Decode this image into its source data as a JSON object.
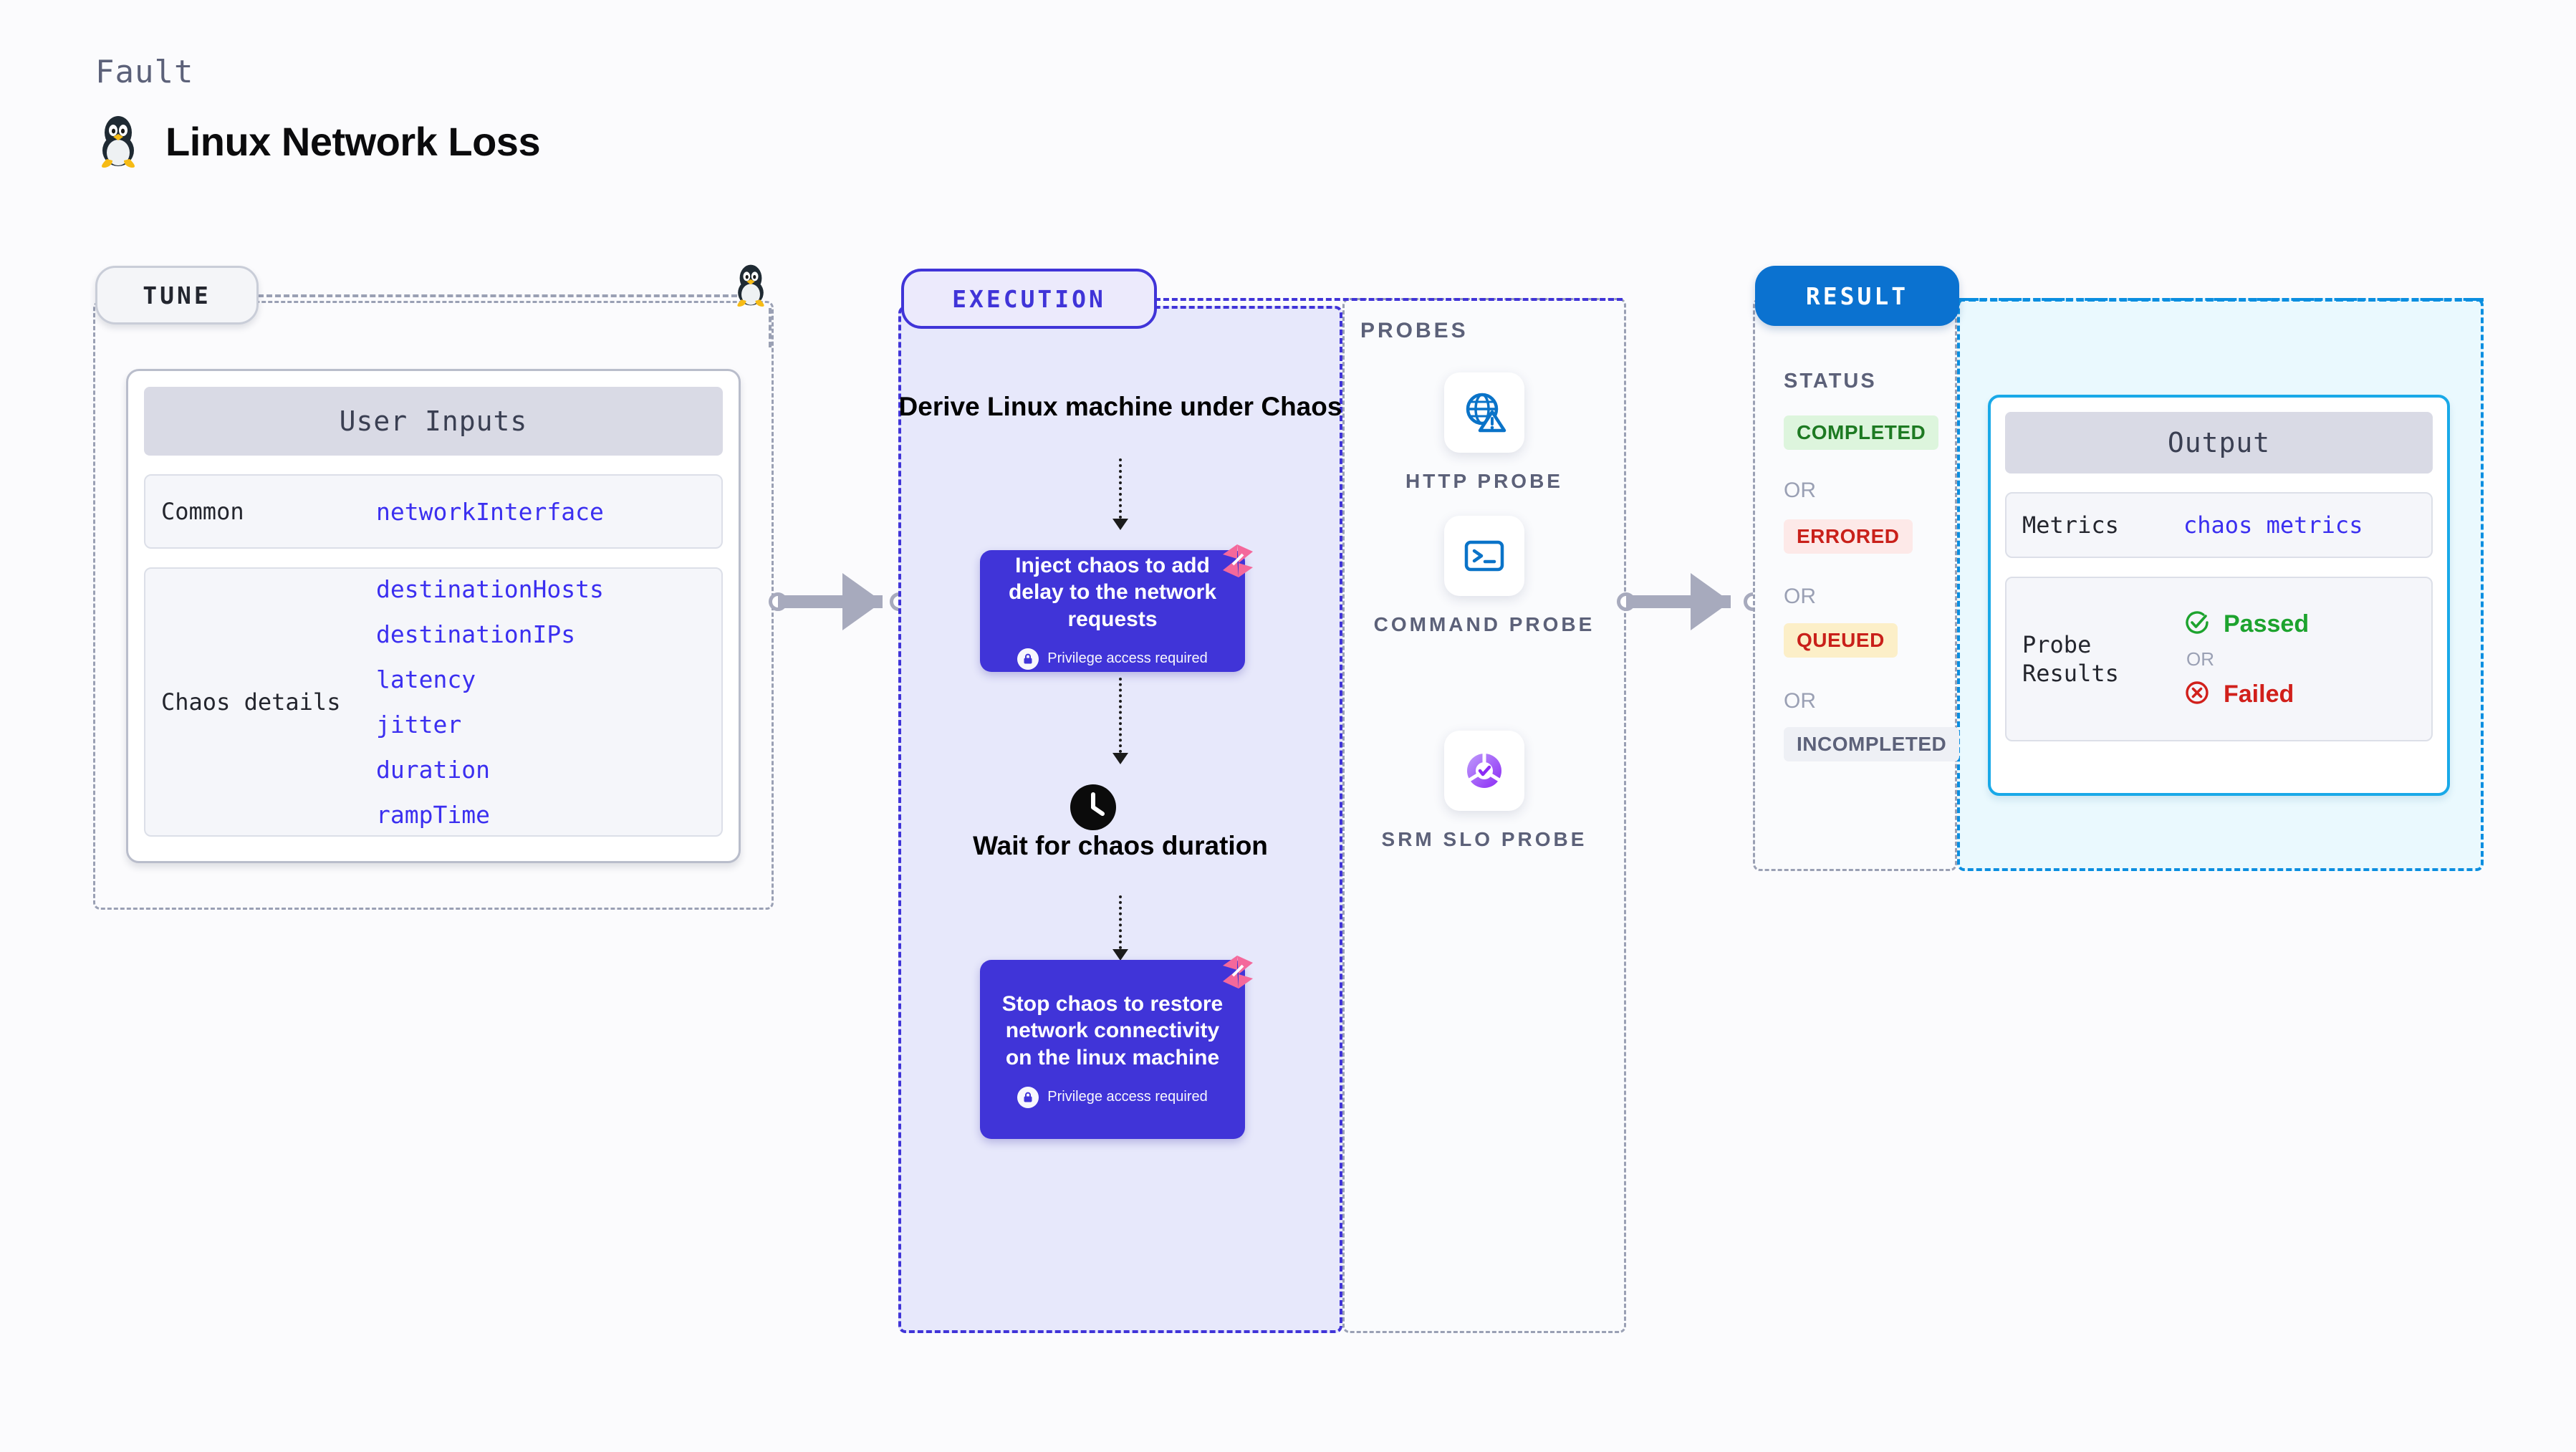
{
  "header": {
    "kicker": "Fault",
    "title": "Linux Network Loss",
    "icon": "linux-penguin-icon"
  },
  "tune": {
    "pill_label": "TUNE",
    "card_title": "User Inputs",
    "rows": [
      {
        "key": "Common",
        "values": [
          "networkInterface"
        ]
      },
      {
        "key": "Chaos details",
        "values": [
          "destinationHosts",
          "destinationIPs",
          "latency",
          "jitter",
          "duration",
          "rampTime"
        ]
      }
    ]
  },
  "execution": {
    "pill_label": "EXECUTION",
    "step_1_title": "Derive Linux machine under Chaos",
    "step_2": {
      "text": "Inject chaos to add delay to the network requests",
      "privilege_note": "Privilege access required"
    },
    "step_3_title": "Wait for chaos duration",
    "step_4": {
      "text": "Stop chaos to restore network connectivity on the linux machine",
      "privilege_note": "Privilege access required"
    }
  },
  "probes": {
    "section_label": "PROBES",
    "items": [
      {
        "icon": "globe-warning-icon",
        "label": "HTTP PROBE"
      },
      {
        "icon": "terminal-prompt-icon",
        "label": "COMMAND PROBE"
      },
      {
        "icon": "slo-check-icon",
        "label": "SRM SLO PROBE"
      }
    ]
  },
  "result": {
    "pill_label": "RESULT",
    "status_label": "STATUS",
    "or_label": "OR",
    "statuses": [
      {
        "label": "COMPLETED",
        "bg": "#ddf5dd",
        "fg": "#1d7a22"
      },
      {
        "label": "ERRORED",
        "bg": "#fde9e8",
        "fg": "#c9201a"
      },
      {
        "label": "QUEUED",
        "bg": "#fcefc8",
        "fg": "#c9201a"
      },
      {
        "label": "INCOMPLETED",
        "bg": "#eef0f5",
        "fg": "#5c6179"
      }
    ],
    "output": {
      "title": "Output",
      "metrics_key": "Metrics",
      "metrics_value": "chaos metrics",
      "probe_results_key": "Probe Results",
      "passed_label": "Passed",
      "failed_label": "Failed",
      "or_label": "OR"
    }
  },
  "colors": {
    "accent_purple": "#4034d8",
    "accent_blue": "#0b72d0",
    "accent_cyan": "#19a9e8",
    "value_blue": "#3b2ff0",
    "muted": "#9aa0b4",
    "harness_pink": "#f4689b"
  }
}
